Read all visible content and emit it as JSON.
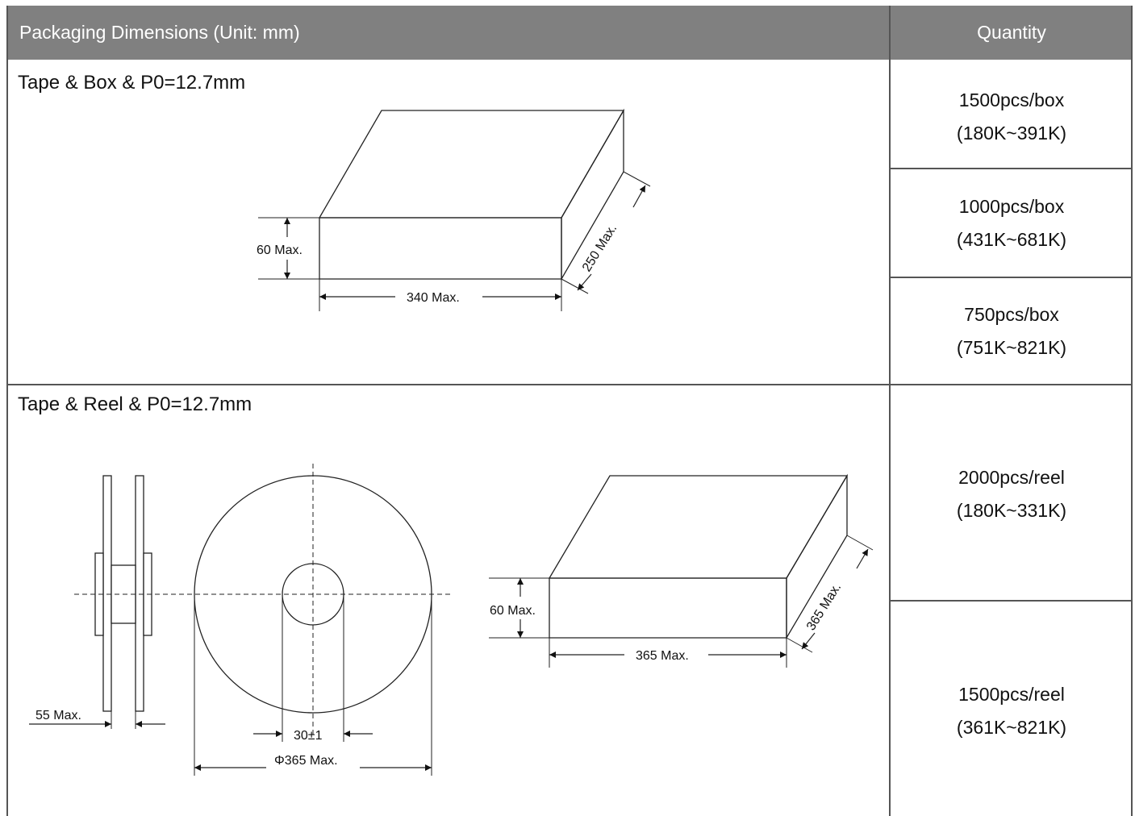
{
  "header": {
    "dimensions_title": "Packaging Dimensions (Unit: mm)",
    "quantity_title": "Quantity"
  },
  "box_section": {
    "title": "Tape & Box & P0=12.7mm",
    "height_label": "60 Max.",
    "width_label": "340 Max.",
    "depth_label": "250 Max.",
    "quantities": [
      {
        "count": "1500pcs/box",
        "range": "(180K~391K)"
      },
      {
        "count": "1000pcs/box",
        "range": "(431K~681K)"
      },
      {
        "count": "750pcs/box",
        "range": "(751K~821K)"
      }
    ]
  },
  "reel_section": {
    "title": "Tape & Reel & P0=12.7mm",
    "reel_width_label": "55 Max.",
    "hub_label": "30±1",
    "diameter_label": "Φ365 Max.",
    "box_height_label": "60 Max.",
    "box_width_label": "365 Max.",
    "box_depth_label": "365 Max.",
    "quantities": [
      {
        "count": "2000pcs/reel",
        "range": "(180K~331K)"
      },
      {
        "count": "1500pcs/reel",
        "range": "(361K~821K)"
      }
    ]
  }
}
